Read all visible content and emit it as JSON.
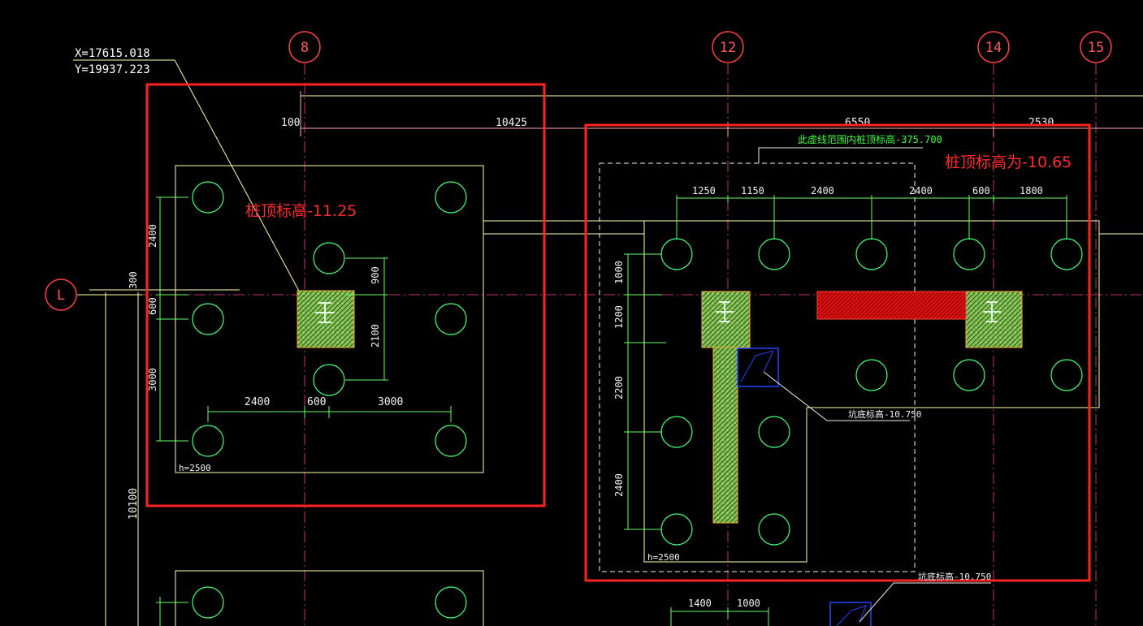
{
  "coordinates": {
    "x": "X=17615.018",
    "y": "Y=19937.223"
  },
  "axes": {
    "a8": "8",
    "a12": "12",
    "a14": "14",
    "a15": "15",
    "aL": "L"
  },
  "top_dims": {
    "d100": "100",
    "d10425": "10425",
    "d6550": "6550",
    "d2530": "2530"
  },
  "left_block": {
    "pile_top_note": "桩顶标高-11.25",
    "depth": "h=2500",
    "dims_v": [
      "2400",
      "600",
      "3000"
    ],
    "dims_h": [
      "2400",
      "600",
      "3000"
    ],
    "inner_v": [
      "900",
      "2100"
    ]
  },
  "left_axis_dims": {
    "d300": "300",
    "d10100": "10100"
  },
  "right_block": {
    "pile_top_note": "桩顶标高为-10.65",
    "dashed_note": "此虚线范围内桩顶标高-375.700",
    "depth": "h=2500",
    "dims_h": [
      "1250",
      "1150",
      "2400",
      "2400",
      "600",
      "1800"
    ],
    "dims_v": [
      "1000",
      "1200",
      "2200",
      "2400"
    ],
    "pit_note": "坑底标高-10.750"
  },
  "bottom": {
    "pit_note": "坑底标高-10.750",
    "dims_h": [
      "1400",
      "1000"
    ]
  },
  "colors": {
    "background": "#000000",
    "outline": "#ffffaa",
    "pile": "#33ff66",
    "axis": "#ff3333",
    "highlight": "#ff2222",
    "column": "#8ccf5e",
    "beam": "#ee1111",
    "pit": "#2233ff"
  }
}
